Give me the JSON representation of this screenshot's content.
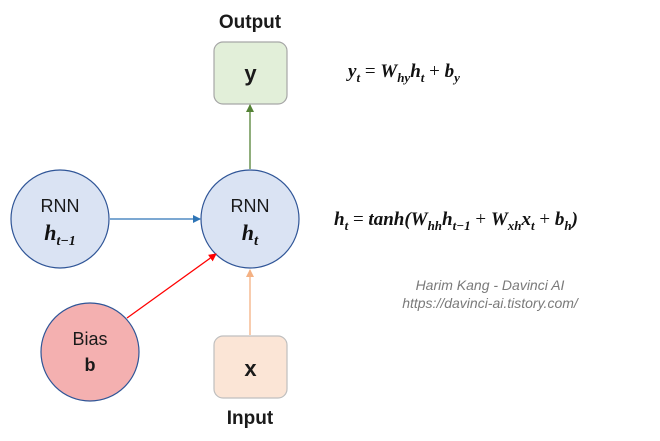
{
  "colors": {
    "output_box_fill": "#e2efd9",
    "output_box_stroke": "#a6a6a6",
    "input_box_fill": "#fbe5d6",
    "input_box_stroke": "#bfbfbf",
    "rnn_fill": "#dae3f3",
    "rnn_stroke": "#2f5597",
    "bias_fill": "#f4b0b0",
    "bias_stroke": "#2f5597",
    "arrow_hidden": "#2e75b6",
    "arrow_bias": "#ff0000",
    "arrow_input": "#f4b183",
    "arrow_output": "#548235"
  },
  "labels": {
    "output_title": "Output",
    "input_title": "Input",
    "output_node": "y",
    "input_node": "x",
    "rnn_prev_line1": "RNN",
    "rnn_prev_h": "h",
    "rnn_prev_sub": "t−1",
    "rnn_cur_line1": "RNN",
    "rnn_cur_h": "h",
    "rnn_cur_sub": "t",
    "bias_line1": "Bias",
    "bias_line2": "b"
  },
  "equations": {
    "output": {
      "y": "y",
      "y_sub": "t",
      "eq": " = ",
      "W": "W",
      "W_sub": "hy",
      "h": "h",
      "h_sub": "t",
      "plus": " + ",
      "b": "b",
      "b_sub": "y"
    },
    "hidden": {
      "h": "h",
      "h_sub": "t",
      "eq": " = ",
      "fn": "tanh(",
      "W1": "W",
      "W1_sub": "hh",
      "h1": "h",
      "h1_sub": "t−1",
      "plus1": " + ",
      "W2": "W",
      "W2_sub": "xh",
      "x": "x",
      "x_sub": "t",
      "plus2": "  + ",
      "b": "b",
      "b_sub": "h",
      "close": ")"
    }
  },
  "credit": {
    "author": "Harim Kang - Davinci AI",
    "url": "https://davinci-ai.tistory.com/"
  }
}
